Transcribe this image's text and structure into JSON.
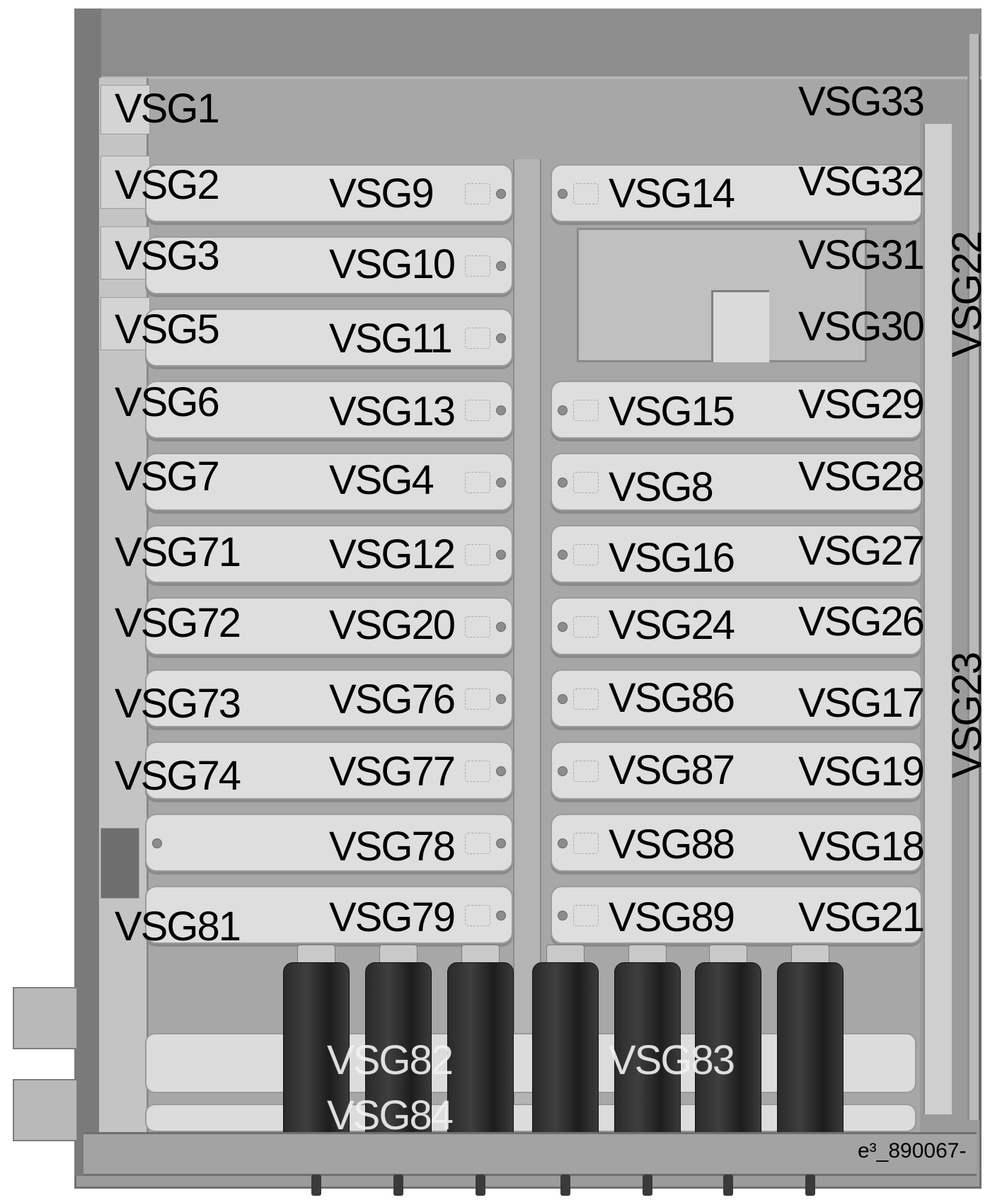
{
  "diagram": {
    "labels_left_column": [
      "VSG1",
      "VSG2",
      "VSG3",
      "VSG5",
      "VSG6",
      "VSG7",
      "VSG71",
      "VSG72",
      "VSG73",
      "VSG74",
      "VSG81"
    ],
    "labels_center_left": [
      "VSG9",
      "VSG10",
      "VSG11",
      "VSG13",
      "VSG4",
      "VSG12",
      "VSG20",
      "VSG76",
      "VSG77",
      "VSG78",
      "VSG79"
    ],
    "labels_center_right": [
      "VSG14",
      "VSG15",
      "VSG8",
      "VSG16",
      "VSG24",
      "VSG86",
      "VSG87",
      "VSG88",
      "VSG89"
    ],
    "labels_right_column": [
      "VSG33",
      "VSG32",
      "VSG31",
      "VSG30",
      "VSG29",
      "VSG28",
      "VSG27",
      "VSG26",
      "VSG17",
      "VSG19",
      "VSG18",
      "VSG21"
    ],
    "labels_vertical": [
      "VSG22",
      "VSG23"
    ],
    "labels_capacitor_bank": [
      "VSG82",
      "VSG84",
      "VSG83"
    ],
    "drawing_code": "e³_890067-"
  }
}
